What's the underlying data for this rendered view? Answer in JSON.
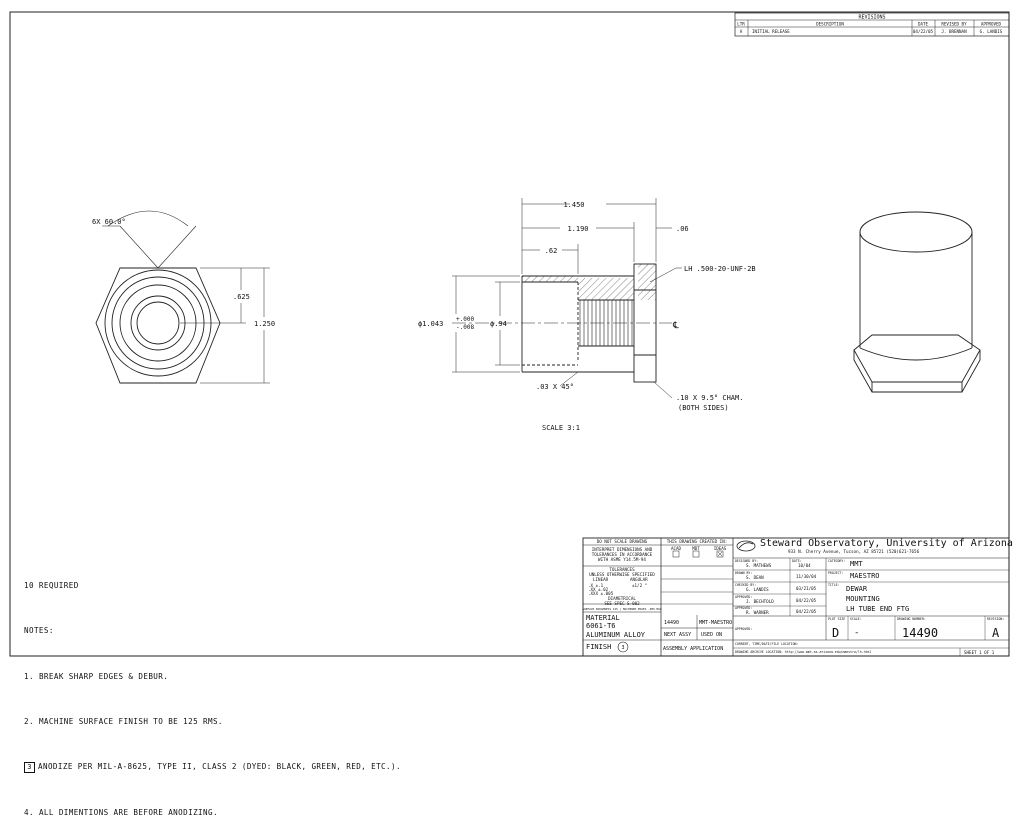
{
  "revisions": {
    "title": "REVISIONS",
    "headers": [
      "LTR",
      "DESCRIPTION",
      "DATE",
      "REVISED BY",
      "APPROVED"
    ],
    "rows": [
      [
        "A",
        "INITIAL RELEASE",
        "04/22/05",
        "J. BRENNAN",
        "G. LANDIS"
      ]
    ]
  },
  "views": {
    "hex_angle_label": "6X 60.0°",
    "dim_625": ".625",
    "dim_1250": "1.250",
    "dim_1450": "1.450",
    "dim_1190": "1.190",
    "dim_62": ".62",
    "dim_06": ".06",
    "thread_label": "LH .500-20-UNF-2B",
    "dia_1043": "ϕ1.043",
    "tol_plus": "+.000",
    "tol_minus": "-.008",
    "dia_94": "ϕ.94",
    "cl_symbol": "℄",
    "chamfer_small": ".03 X 45°",
    "chamfer_note_1": ".10 X 9.5° CHAM.",
    "chamfer_note_2": "(BOTH SIDES)",
    "scale": "SCALE 3:1"
  },
  "notes": {
    "required": "10 REQUIRED",
    "heading": "NOTES:",
    "items": [
      {
        "num": "1.",
        "text": "BREAK SHARP EDGES & DEBUR."
      },
      {
        "num": "2.",
        "text": "MACHINE SURFACE FINISH TO BE 125 RMS."
      },
      {
        "num": "3",
        "text": "ANODIZE PER MIL-A-8625, TYPE II, CLASS 2 (DYED: BLACK, GREEN, RED, ETC.)."
      },
      {
        "num": "4.",
        "text": "ALL DIMENTIONS ARE BEFORE ANODIZING."
      }
    ]
  },
  "title_block": {
    "do_not_scale": "DO NOT SCALE DRAWING",
    "interpret_1": "INTERPRET DIMENSIONS AND",
    "interpret_2": "TOLERANCES IN ACCORDANCE",
    "interpret_3": "WITH ASME Y14.5M-94",
    "tolerances": "TOLERANCES",
    "unless": "UNLESS OTHERWISE SPECIFIED",
    "linear": "LINEAR",
    "angular": "ANGULAR",
    "lin_1": ".X  ±.1",
    "lin_2": ".XX  ±.02",
    "lin_3": ".XXX  ±.005",
    "ang_val": "±1/2 °",
    "diametrical": "DIAMETRICAL",
    "see_spec": "SEE SPEC S-002",
    "surface": "SURFACE ROUGHNESS 125 | MACHINED EDGES .005 MAX",
    "created_in": "THIS DRAWING CREATED IN:",
    "acad": "ACAD",
    "mdt": "MDT",
    "ideas": "IDEAS",
    "material_label": "MATERIAL",
    "material_1": "6061-T6",
    "material_2": "ALUMINUM ALLOY",
    "finish_label": "FINISH",
    "finish_num": "3",
    "part_no": "14490",
    "mmt_maestro": "MMT-MAESTRO",
    "next_assy": "NEXT ASSY",
    "used_on": "USED ON",
    "assembly_app": "ASSEMBLY APPLICATION",
    "org_name": "Steward Observatory, University of Arizona",
    "org_address": "933 N. Cherry Avenue, Tucson, AZ  85721    (520)621-7656",
    "designed_by_label": "DESIGNED BY:",
    "designed_by": "S. MATHEWS",
    "date_label": "DATE:",
    "designed_date": "10/04",
    "drawn_by_label": "DRAWN BY:",
    "drawn_by": "S. DEAN",
    "drawn_date": "11/30/04",
    "checked_by_label": "CHECKED BY:",
    "checked_by": "G. LANDIS",
    "checked_date": "03/21/05",
    "approved_label": "APPROVED:",
    "approved_1": "J. BECHTOLD",
    "approved_1_date": "04/22/05",
    "approved_2": "R. WARNER",
    "approved_2_date": "04/22/05",
    "category_label": "CATEGORY:",
    "category": "MMT",
    "project_label": "PROJECT:",
    "project": "MAESTRO",
    "title_label": "TITLE:",
    "title_1": "DEWAR",
    "title_2": "MOUNTING",
    "title_3": "LH TUBE END FTG",
    "size_label": "PLOT SIZE",
    "size": "D",
    "scale_label": "SCALE:",
    "scale": "-",
    "dwg_label": "DRAWING NUMBER:",
    "dwg_no": "14490",
    "rev_label": "REVISION:",
    "rev": "A",
    "current_location": "CURRENT, TIME/DATE/FILE LOCATION:",
    "archive_location": "DRAWING ARCHIVE LOCATION: http://www.mmt.as.arizona.edu/maestro/lh.html",
    "sheet": "SHEET 1 OF 1"
  }
}
